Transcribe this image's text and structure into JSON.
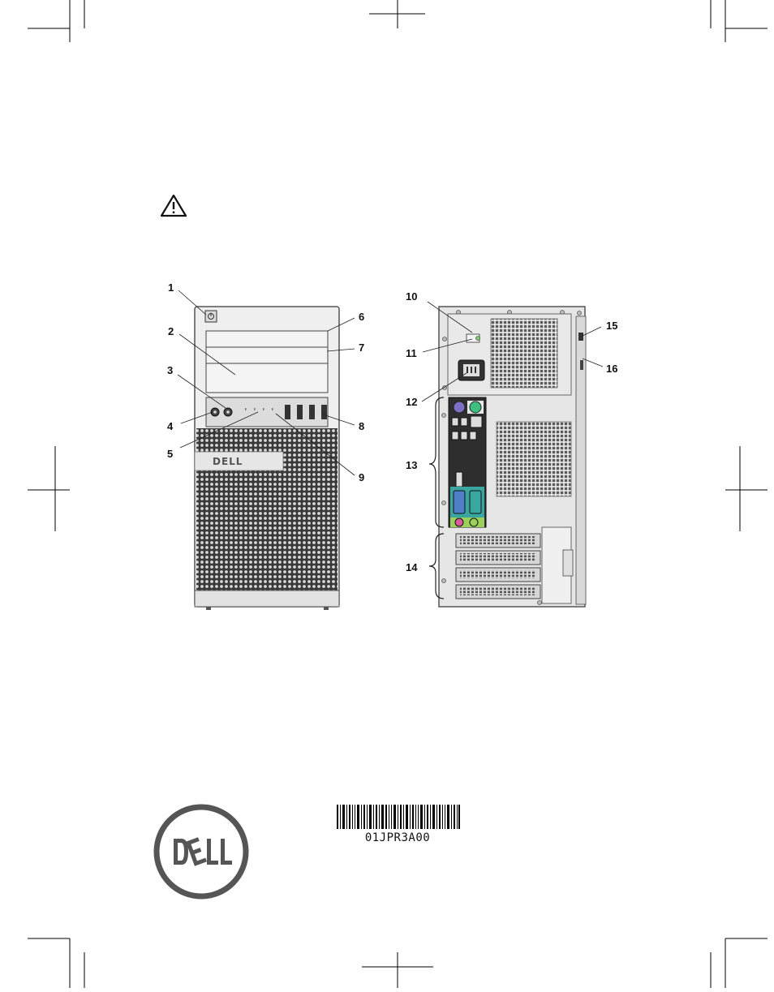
{
  "callouts": [
    "1",
    "2",
    "3",
    "4",
    "5",
    "6",
    "7",
    "8",
    "9",
    "10",
    "11",
    "12",
    "13",
    "14",
    "15",
    "16"
  ],
  "front_logo": "DELL",
  "barcode": {
    "text": "01JPR3A00"
  },
  "icons": {
    "warning": "warning-triangle-icon",
    "logo": "dell-logo-icon"
  },
  "colors": {
    "ps2_mouse": "#7c6fc4",
    "ps2_keyboard": "#3fbf7f",
    "vga": "#4f7fc8",
    "serial": "#3aa6a0",
    "audio_in": "#d85a9a",
    "audio_out": "#9bd05a",
    "warning": "#111111"
  }
}
